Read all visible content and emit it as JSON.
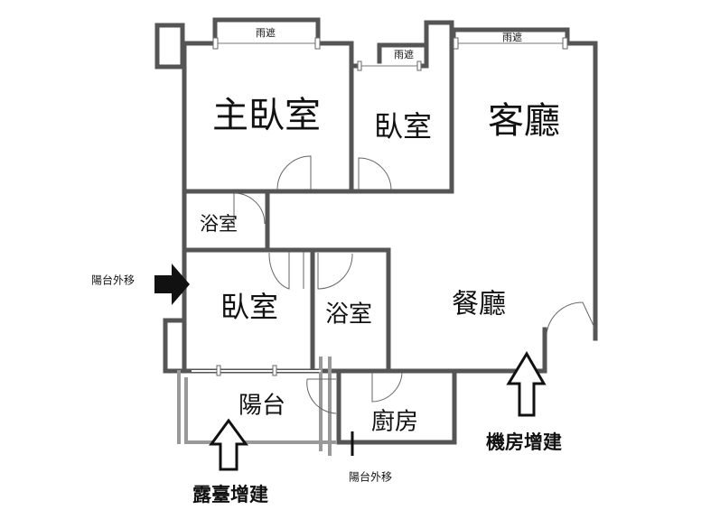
{
  "canopies": [
    "雨遮",
    "雨遮",
    "雨遮"
  ],
  "rooms": {
    "master_bedroom": "主臥室",
    "bedroom_top": "臥室",
    "living_room": "客廳",
    "bathroom_small": "浴室",
    "bedroom_mid": "臥室",
    "bathroom_mid": "浴室",
    "dining_room": "餐廳",
    "balcony": "陽台",
    "kitchen": "廚房"
  },
  "annotations": {
    "balcony_move_left": "陽台外移",
    "balcony_move_bottom": "陽台外移",
    "machine_room_addition": "機房增建",
    "terrace_addition": "露臺增建"
  },
  "colors": {
    "wall": "#555555",
    "light_wall": "#999999",
    "text": "#111111"
  }
}
